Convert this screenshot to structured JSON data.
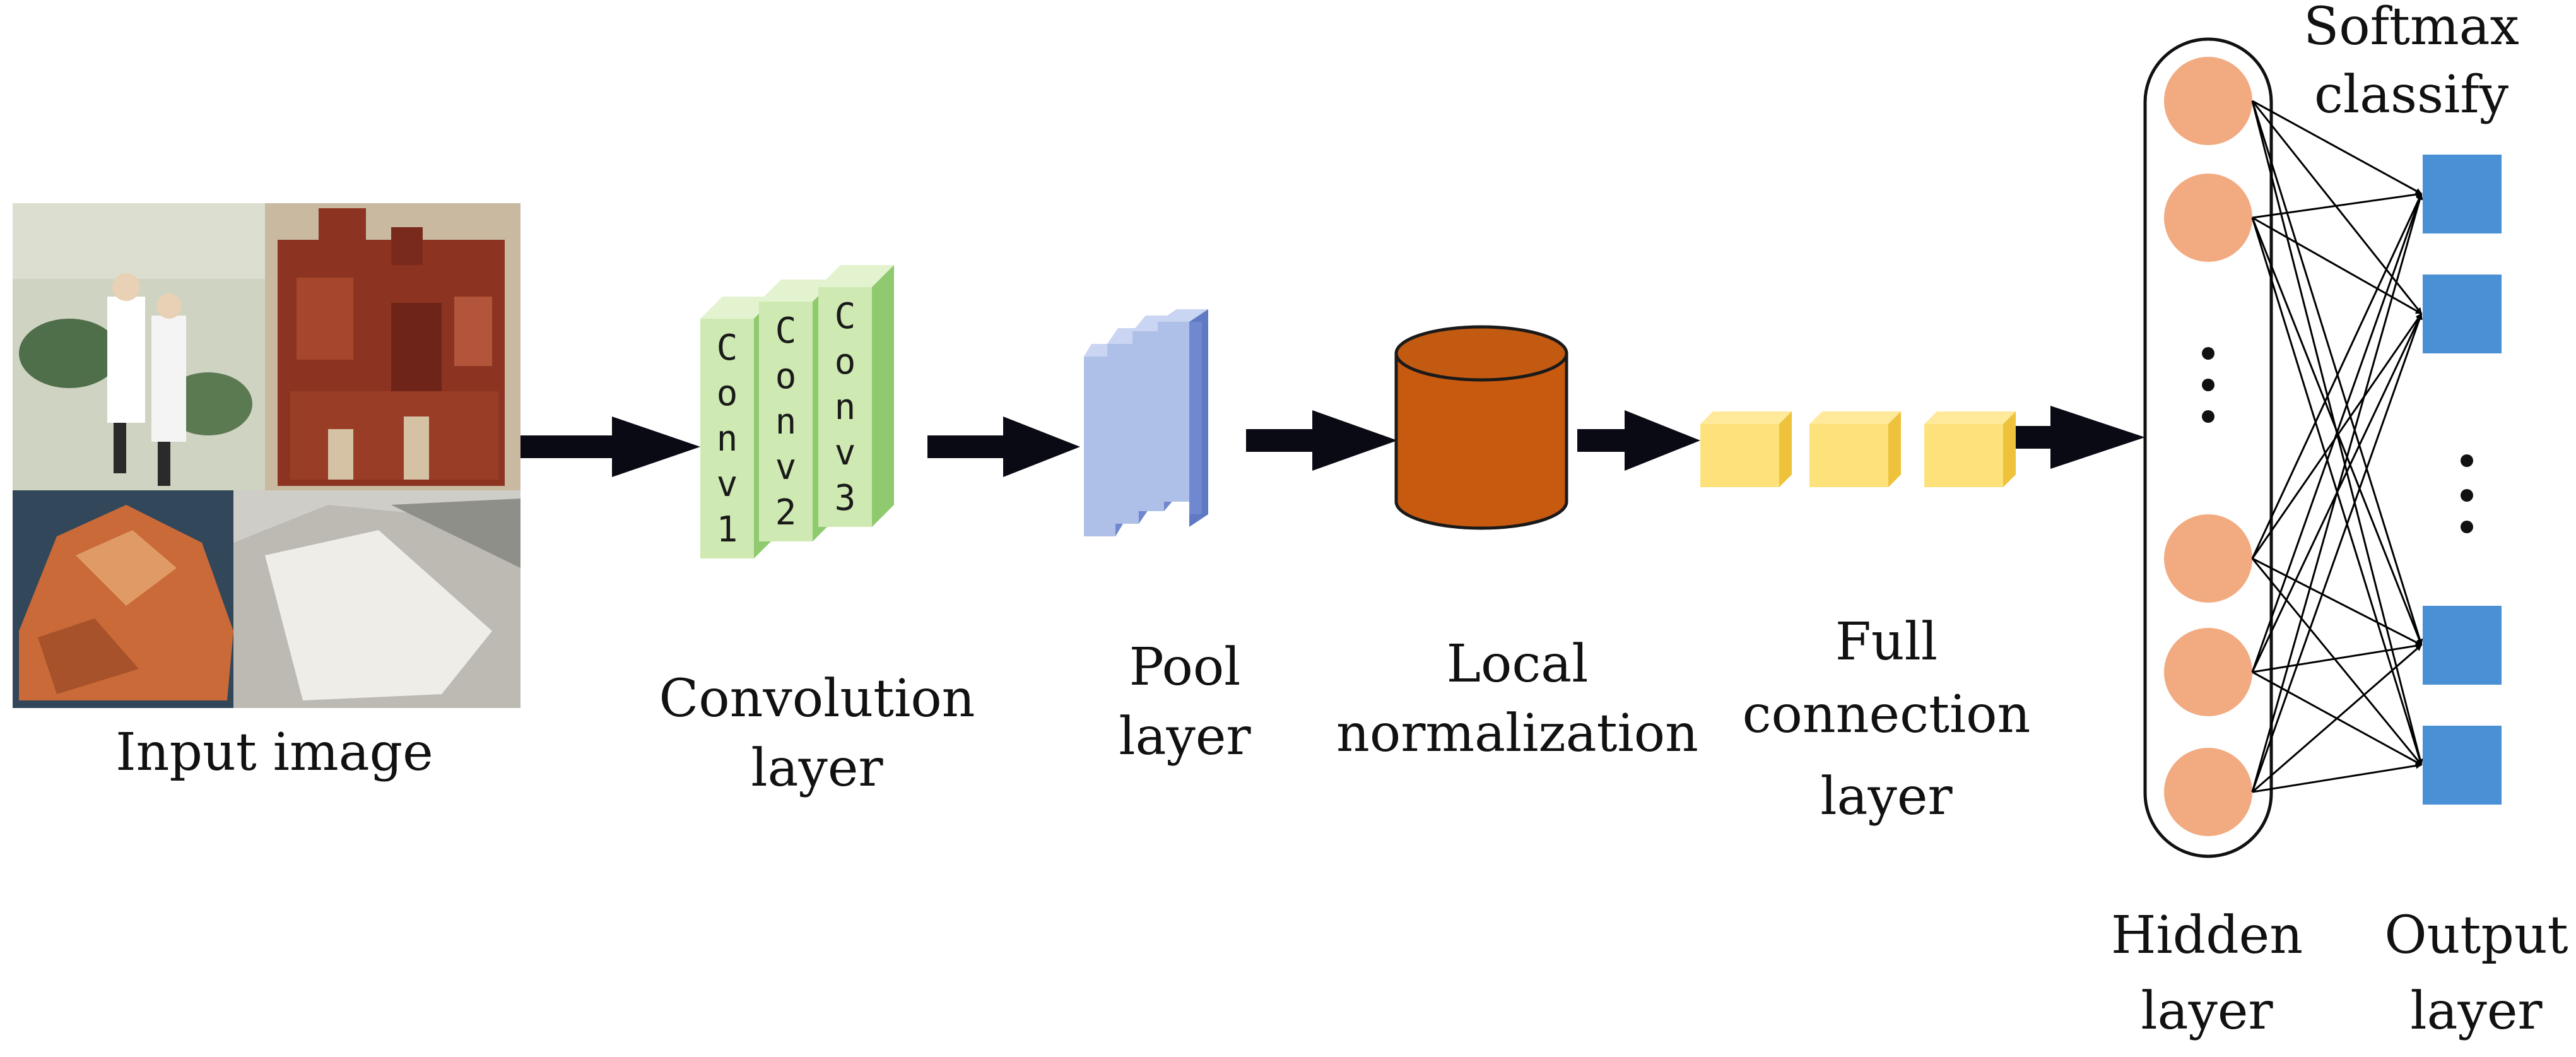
{
  "labels": {
    "input_image": "Input image",
    "convolution_line1": "Convolution",
    "convolution_line2": "layer",
    "pool_line1": "Pool",
    "pool_line2": "layer",
    "local_line1": "Local",
    "local_line2": "normalization",
    "full_line1": "Full",
    "full_line2": "connection",
    "full_line3": "layer",
    "softmax_line1": "Softmax",
    "softmax_line2": "classify",
    "hidden_line1": "Hidden",
    "hidden_line2": "layer",
    "output_line1": "Output",
    "output_line2": "layer"
  },
  "conv_panels": [
    {
      "chars": [
        "C",
        "o",
        "n",
        "v",
        "1"
      ]
    },
    {
      "chars": [
        "C",
        "o",
        "n",
        "v",
        "2"
      ]
    },
    {
      "chars": [
        "C",
        "o",
        "n",
        "v",
        "3"
      ]
    }
  ],
  "colors": {
    "arrow": "#0a0a14",
    "conv_face": "#cfe9b2",
    "conv_side": "#8fca6e",
    "pool_face": "#aebfe8",
    "pool_side": "#6f88cf",
    "norm_body": "#c85a10",
    "norm_top": "#c35a12",
    "fc_face": "#fde17a",
    "fc_side": "#eec23a",
    "hidden_node": "#f2aa80",
    "output_node": "#4a90d4"
  },
  "icons": {
    "input": "painting-collage-image",
    "norm": "cylinder-shape",
    "ellipsis": "vertical-dots"
  }
}
